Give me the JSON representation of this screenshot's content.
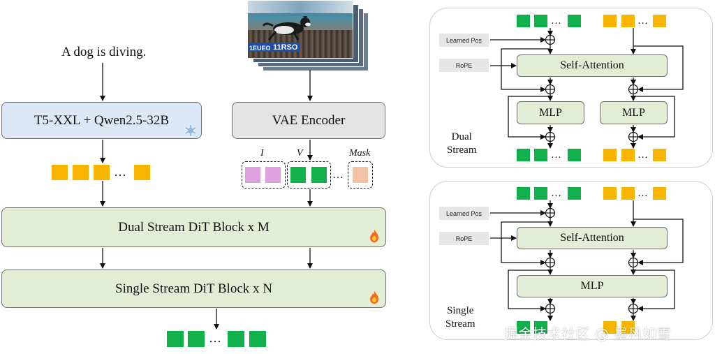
{
  "left": {
    "prompt": "A dog is diving.",
    "text_encoder_label": "T5-XXL + Qwen2.5-32B",
    "vae_encoder_label": "VAE Encoder",
    "ellipsis": "…",
    "cond_labels": {
      "i": "I",
      "v": "V",
      "mask": "Mask"
    },
    "video_caption_left": "1EUEO",
    "video_caption_right": "11RSO",
    "dual_block_label": "Dual Stream DiT Block x M",
    "single_block_label": "Single Stream DiT Block x N"
  },
  "dual_panel": {
    "learned_pos": "Learned Pos",
    "rope": "RoPE",
    "self_attention": "Self-Attention",
    "mlp_left": "MLP",
    "mlp_right": "MLP",
    "caption_line1": "Dual",
    "caption_line2": "Stream",
    "ellipsis": "…"
  },
  "single_panel": {
    "learned_pos": "Learned Pos",
    "rope": "RoPE",
    "self_attention": "Self-Attention",
    "mlp": "MLP",
    "caption_line1": "Single",
    "caption_line2": "Stream",
    "ellipsis": "…"
  },
  "watermark": "掘金技术社区 @ 墨风如雪",
  "colors": {
    "video_token": "#12b04a",
    "text_token": "#f7b500",
    "image_token": "#dda0dd",
    "mask_token": "#f4c3a6",
    "dit_block": "#e3ecd4",
    "text_encoder": "#dce8f6",
    "vae_encoder": "#e4e4e4"
  },
  "icons": {
    "frozen": "snowflake-icon",
    "trainable": "fire-icon"
  }
}
